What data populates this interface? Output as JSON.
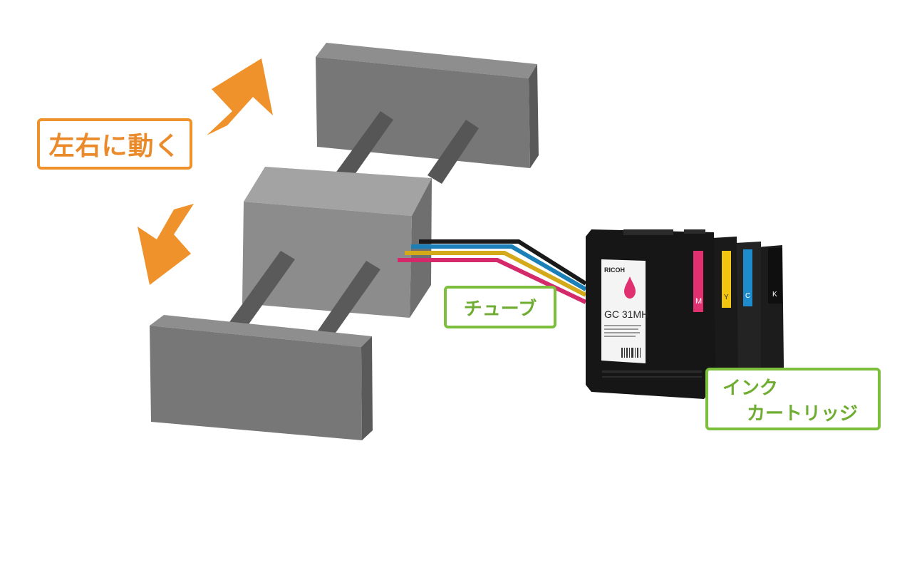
{
  "labels": {
    "move": "左右に動く",
    "tube": "チューブ",
    "cartridge_line1": "インク",
    "cartridge_line2": "カートリッジ"
  },
  "cartridge": {
    "brand": "RICOH",
    "model": "GC 31MH",
    "slot_letters": [
      "M",
      "Y",
      "C",
      "K"
    ]
  },
  "colors": {
    "arrow": "#f0922b",
    "move_label_border": "#f0922b",
    "callout_border": "#7cbf3d",
    "block_dark": "#6e6e6e",
    "block_mid": "#8a8a8a",
    "tube_black": "#1a1a1a",
    "tube_cyan": "#1b7fb8",
    "tube_yellow": "#d4aa1a",
    "tube_magenta": "#d42a6c",
    "ink_magenta": "#e0306f",
    "ink_yellow": "#f2c511",
    "ink_cyan": "#1e8ccc",
    "ink_black": "#222222"
  }
}
